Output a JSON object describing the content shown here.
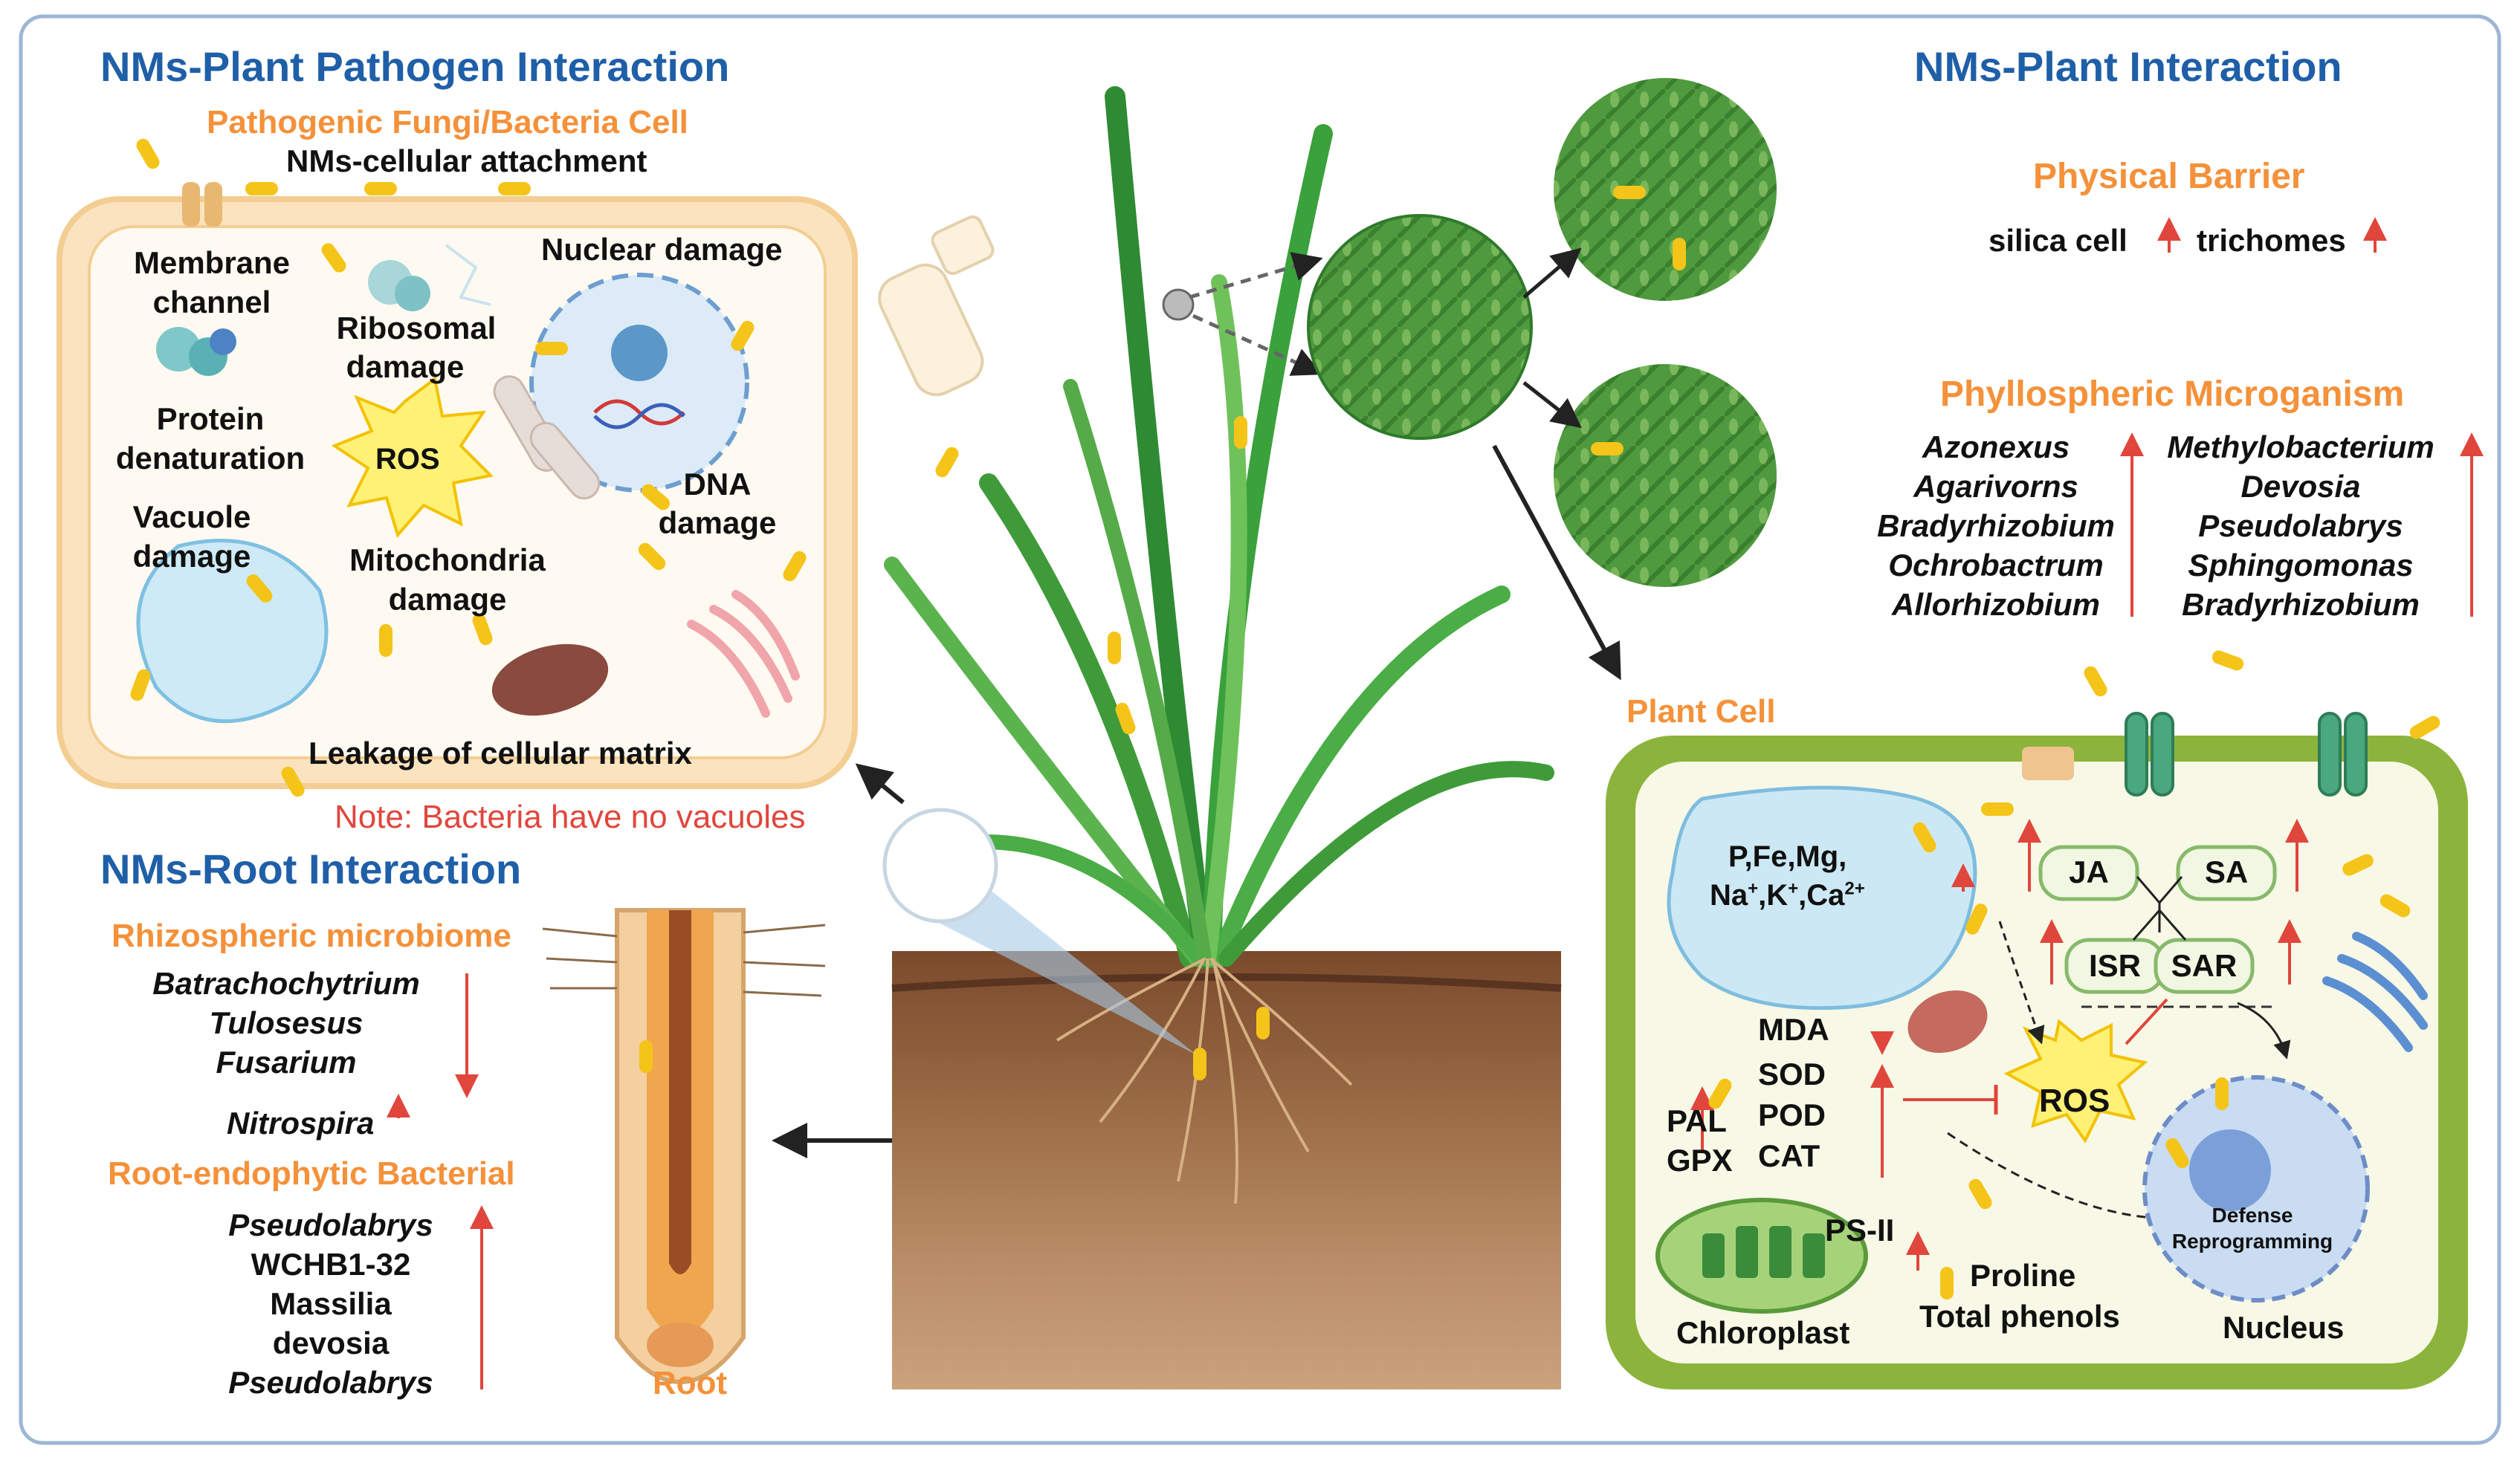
{
  "colors": {
    "title_blue": "#1f5fa8",
    "subtitle_orange": "#f4913a",
    "arrow_red": "#e0463c",
    "cell_wall_green": "#8cb43c",
    "pathogen_cell_fill": "#fbe3bf",
    "nanomaterial_yellow": "#f5c418"
  },
  "pathogen_panel": {
    "title": "NMs-Plant Pathogen Interaction",
    "subtitle": "Pathogenic Fungi/Bacteria Cell",
    "attachment": "NMs-cellular attachment",
    "membrane_channel": [
      "Membrane",
      "channel"
    ],
    "protein_denaturation": [
      "Protein",
      "denaturation"
    ],
    "vacuole_damage": [
      "Vacuole",
      "damage"
    ],
    "ribosomal_damage": [
      "Ribosomal",
      "damage"
    ],
    "ros": "ROS",
    "mitochondria_damage": [
      "Mitochondria",
      "damage"
    ],
    "nuclear_damage": "Nuclear damage",
    "dna_damage": [
      "DNA",
      "damage"
    ],
    "leakage": "Leakage of cellular matrix",
    "note": "Note: Bacteria have no vacuoles"
  },
  "root_panel": {
    "title": "NMs-Root Interaction",
    "rhizo_title": "Rhizospheric microbiome",
    "rhizo_decrease": [
      "Batrachochytrium",
      "Tulosesus",
      "Fusarium"
    ],
    "rhizo_increase": "Nitrospira",
    "endophytic_title": "Root-endophytic Bacterial",
    "endophytic_list": [
      "Pseudolabrys",
      "WCHB1-32",
      "Massilia",
      "devosia",
      "Pseudolabrys"
    ],
    "root_label": "Root"
  },
  "plant_panel": {
    "title": "NMs-Plant Interaction",
    "barrier_title": "Physical Barrier",
    "silica": "silica cell",
    "trichomes": "trichomes",
    "phyllo_title": "Phyllospheric Microganism",
    "phyllo_left": [
      "Azonexus",
      "Agarivorns",
      "Bradyrhizobium",
      "Ochrobactrum",
      "Allorhizobium"
    ],
    "phyllo_right": [
      "Methylobacterium",
      "Devosia",
      "Pseudolabrys",
      "Sphingomonas",
      "Bradyrhizobium"
    ]
  },
  "plant_cell": {
    "title": "Plant Cell",
    "ions": "P,Fe,Mg,",
    "ions_na": "Na",
    "ions_k": ",K",
    "ions_ca": ",Ca",
    "ions_sup1": "+",
    "ions_sup2": "+",
    "ions_sup3": "2+",
    "ja": "JA",
    "sa": "SA",
    "isr": "ISR",
    "sar": "SAR",
    "mda": "MDA",
    "sod": "SOD",
    "pod": "POD",
    "cat": "CAT",
    "pal": "PAL",
    "gpx": "GPX",
    "ros": "ROS",
    "defense": [
      "Defense",
      "Reprogramming"
    ],
    "psii": "PS-II",
    "proline": "Proline",
    "phenols": "Total phenols",
    "chloroplast": "Chloroplast",
    "nucleus": "Nucleus"
  }
}
